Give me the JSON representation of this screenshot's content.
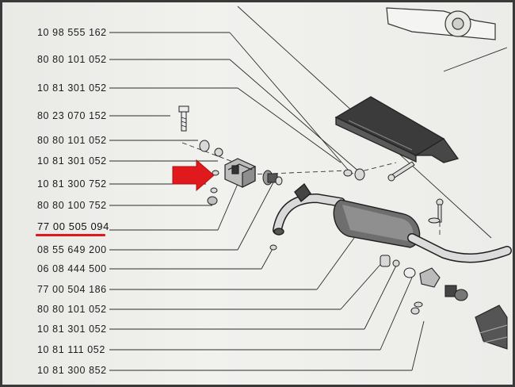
{
  "part_numbers": [
    "10 98 555 162",
    "80 80 101 052",
    "10 81 301 052",
    "80 23 070 152",
    "80 80 101 052",
    "10 81 301 052",
    "10 81 300 752",
    "80 80 100 752",
    "77 00 505 094",
    "08 55 649 200",
    "06 08 444 500",
    "77 00 504 186",
    "80 80 101 052",
    "10 81 301 052",
    "10 81 111 052",
    "10 81 300 852"
  ],
  "highlighted_index": 8,
  "colors": {
    "highlight": "#e0191c",
    "ink": "#1c1c1c",
    "paper": "#efefec"
  },
  "icons": {
    "pointer": "red-arrow-icon"
  }
}
